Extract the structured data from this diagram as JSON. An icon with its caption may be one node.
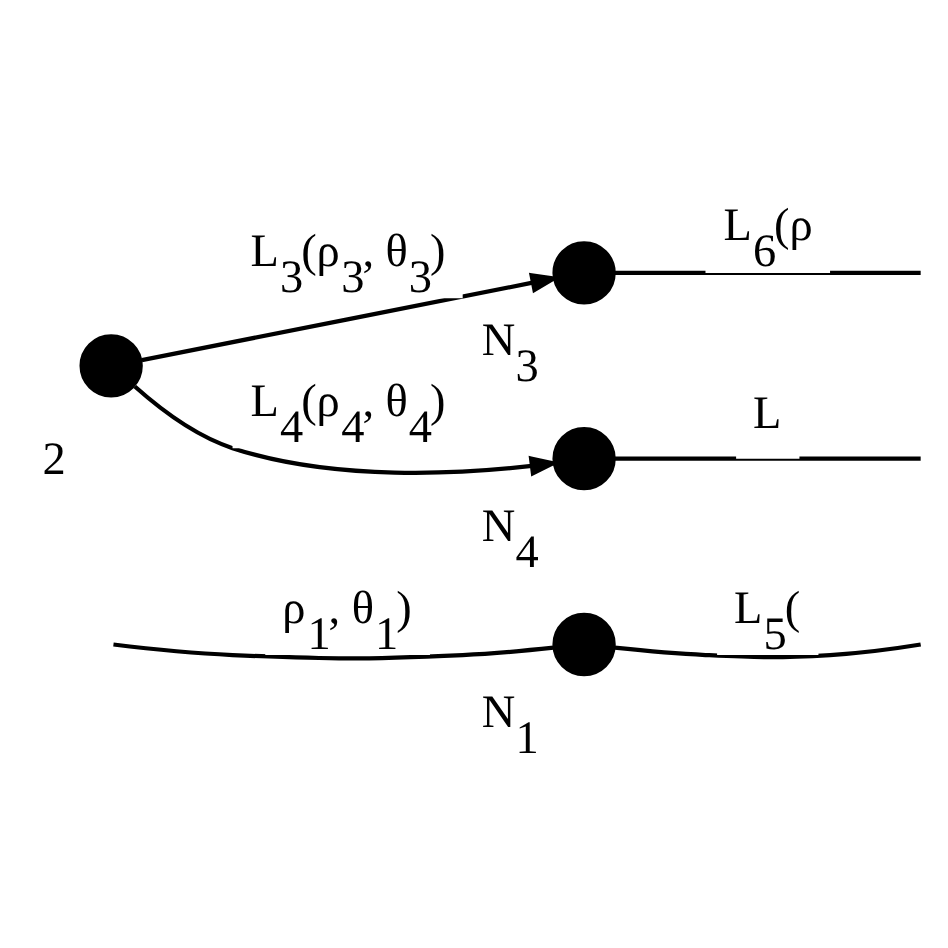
{
  "diagram": {
    "nodes": [
      {
        "text": [],
        "shape": "circle",
        "beside": [
          "N$_{1}$"
        ]
      },
      {
        "text": [],
        "shape": "circle",
        "beside": [
          "$_{2}$"
        ]
      },
      {
        "text": [],
        "shape": "circle",
        "beside": [
          "N$_{3}$"
        ]
      },
      {
        "text": [],
        "shape": "circle",
        "beside": [
          "N$_{4}$"
        ]
      }
    ],
    "edges": [
      {
        "from": null,
        "to": 0,
        "arrow": "none",
        "label": "ρ$_{1}$, θ$_{1}$)"
      },
      {
        "from": 0,
        "to": null,
        "arrow": "none",
        "label": "L$_{5}$("
      },
      {
        "from": 1,
        "to": 2,
        "arrow": "to",
        "label": "L$_{3}$(ρ$_{3}$, θ$_{3}$)"
      },
      {
        "from": 1,
        "to": 3,
        "arrow": "to",
        "label": "L$_{4}$(ρ$_{4}$, θ$_{4}$)"
      },
      {
        "from": 2,
        "to": null,
        "arrow": "none",
        "label": "L$_{6}$(ρ"
      },
      {
        "from": 3,
        "to": null,
        "arrow": "none",
        "label": "L"
      }
    ]
  }
}
